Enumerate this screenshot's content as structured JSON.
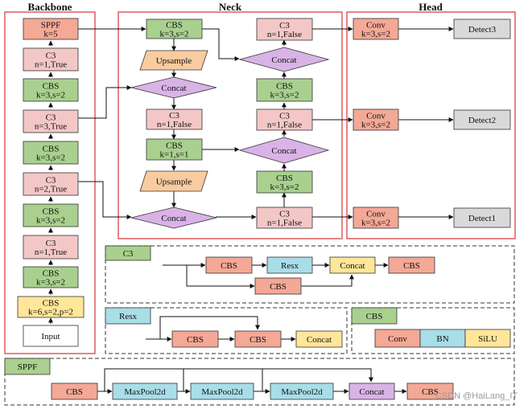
{
  "colors": {
    "cbs": "#a9d08e",
    "c3": "#f4c7c7",
    "conv": "#f4a896",
    "spp": "#f4a896",
    "focus": "#ffe699",
    "input": "#ffffff",
    "upsample": "#f8cba0",
    "concat": "#d9b3e6",
    "detect": "#d9d9d9",
    "resx": "#a9dde8",
    "bn": "#a9dde8",
    "silu": "#ffe699",
    "maxpool": "#a9dde8",
    "concat_yellow": "#ffe699",
    "red_frame": "#e05a5a",
    "dash_frame": "#333333"
  },
  "sections": {
    "backbone": "Backbone",
    "neck": "Neck",
    "head": "Head"
  },
  "backbone": {
    "spp": "SPPF|k=5",
    "c3_4": "C3|n=1,True",
    "cbs_4": "CBS|k=3,s=2",
    "c3_3": "C3|n=3,True",
    "cbs_3": "CBS|k=3,s=2",
    "c3_2": "C3|n=2,True",
    "cbs_2": "CBS|k=3,s=2",
    "c3_1": "C3|n=1,True",
    "cbs_1": "CBS|k=3,s=2",
    "focus": "CBS|k=6,s=2,p=2",
    "input": "Input"
  },
  "neck": {
    "cbs_a": "CBS|k=3,s=2",
    "upsample_a": "Upsample",
    "concat_a": "Concat",
    "c3_a": "C3|n=1,False",
    "cbs_b": "CBS|k=1,s=1",
    "upsample_b": "Upsample",
    "concat_b": "Concat",
    "c3_b": "C3|n=1,False",
    "cbs_c": "CBS|k=3,s=2",
    "concat_c": "Concat",
    "c3_c": "C3|n=1,False",
    "cbs_d": "CBS|k=3,s=2",
    "concat_d": "Concat",
    "c3_d": "C3|n=1,False"
  },
  "head": {
    "conv_3": "Conv|k=3,s=2",
    "detect_3": "Detect3",
    "conv_2": "Conv|k=3,s=2",
    "detect_2": "Detect2",
    "conv_1": "Conv|k=3,s=2",
    "detect_1": "Detect1"
  },
  "c3_module": {
    "label": "C3",
    "cbs_1": "CBS",
    "resx": "Resx",
    "concat": "Concat",
    "cbs_2": "CBS",
    "cbs_3": "CBS"
  },
  "resx_module": {
    "label": "Resx",
    "cbs_1": "CBS",
    "cbs_2": "CBS",
    "concat": "Concat"
  },
  "cbs_module": {
    "label": "CBS",
    "conv": "Conv",
    "bn": "BN",
    "silu": "SiLU"
  },
  "sppf_module": {
    "label": "SPPF",
    "cbs_1": "CBS",
    "maxpool_1": "MaxPool2d",
    "maxpool_2": "MaxPool2d",
    "maxpool_3": "MaxPool2d",
    "concat": "Concat",
    "cbs_2": "CBS"
  },
  "watermark": "CSDN @HaiLang_IT"
}
